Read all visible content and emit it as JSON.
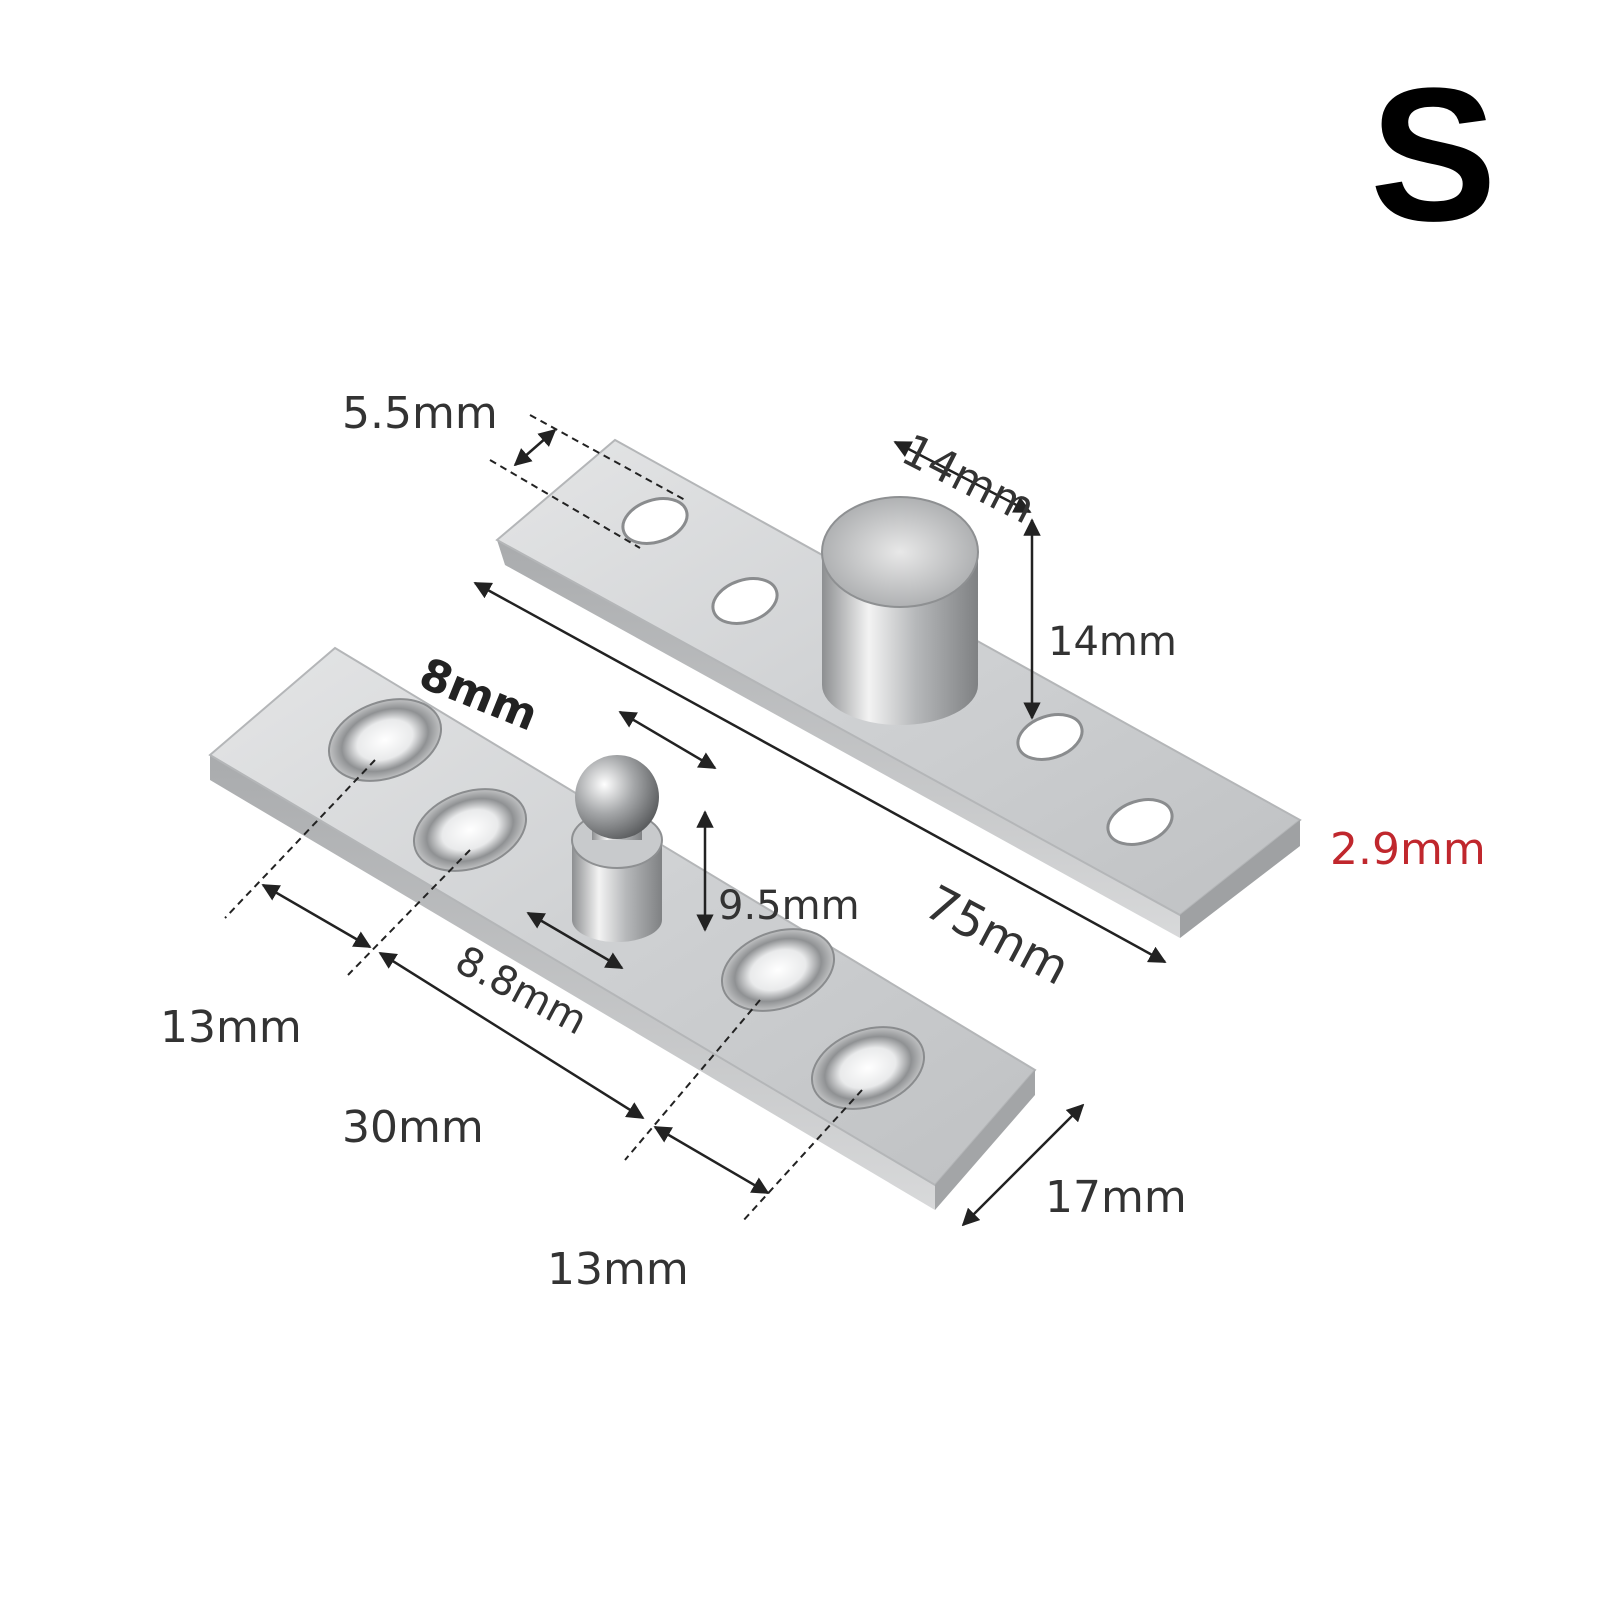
{
  "size_label": "S",
  "dimensions": {
    "d_5_5": "5.5mm",
    "d_14_top": "14mm",
    "d_14_side": "14mm",
    "d_8": "8mm",
    "d_2_9": "2.9mm",
    "d_75": "75mm",
    "d_9_5": "9.5mm",
    "d_8_8": "8.8mm",
    "d_13_left": "13mm",
    "d_30": "30mm",
    "d_17": "17mm",
    "d_13_bottom": "13mm"
  },
  "colors": {
    "accent_red": "#c0272d",
    "steel": "#c9cbcd"
  }
}
